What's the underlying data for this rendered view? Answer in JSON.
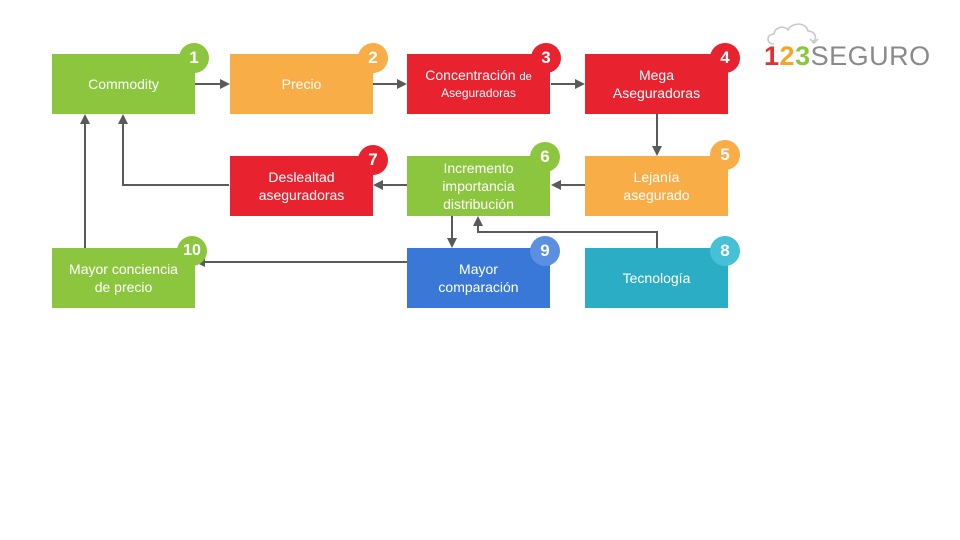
{
  "colors": {
    "green": "#8cc63f",
    "orange": "#f8ad46",
    "red": "#e8222e",
    "teal": "#2badc5",
    "blue": "#3a78d8",
    "arrow": "#5a5a5a"
  },
  "nodes": {
    "commodity": {
      "label": "Commodity",
      "number": "1"
    },
    "precio": {
      "label": "Precio",
      "number": "2"
    },
    "concentracion": {
      "label_main": "Concentración",
      "label_small": "de",
      "label_line2": "Aseguradoras",
      "number": "3"
    },
    "mega": {
      "label_line1": "Mega",
      "label_line2": "Aseguradoras",
      "number": "4"
    },
    "lejania": {
      "label_line1": "Lejanía",
      "label_line2": "asegurado",
      "number": "5"
    },
    "incremento": {
      "label_line1": "Incremento",
      "label_line2": "importancia",
      "label_line3": "distribución",
      "number": "6"
    },
    "deslealtad": {
      "label_line1": "Deslealtad",
      "label_line2": "aseguradoras",
      "number": "7"
    },
    "tecnologia": {
      "label": "Tecnología",
      "number": "8"
    },
    "mayor_comparacion": {
      "label_line1": "Mayor",
      "label_line2": "comparación",
      "number": "9"
    },
    "mayor_conciencia": {
      "label_line1": "Mayor conciencia",
      "label_line2": "de precio",
      "number": "10"
    }
  },
  "logo": {
    "digit1": "1",
    "digit2": "2",
    "digit3": "3",
    "brand": "SEGURO",
    "icon": "cloud-icon"
  }
}
